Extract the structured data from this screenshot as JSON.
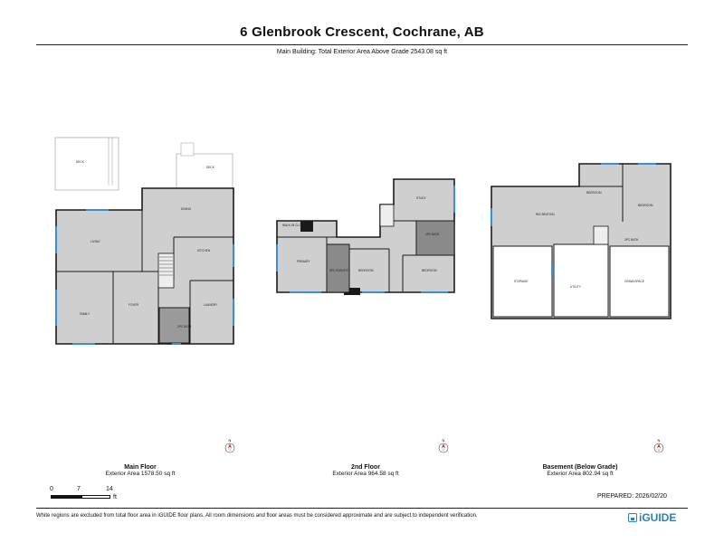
{
  "header": {
    "title": "6 Glenbrook Crescent, Cochrane, AB",
    "subtitle": "Main Building: Total Exterior Area Above Grade 2543.08 sq ft"
  },
  "floors": [
    {
      "name": "Main Floor",
      "area": "Exterior Area 1578.50 sq ft",
      "rooms": [
        "DECK",
        "DECK",
        "LIVING",
        "DINING",
        "KITCHEN",
        "FAMILY",
        "FOYER",
        "LAUNDRY",
        "2PC BATH"
      ],
      "compass": "N"
    },
    {
      "name": "2nd Floor",
      "area": "Exterior Area 964.58 sq ft",
      "rooms": [
        "PRIMARY",
        "5PC ENSUITE",
        "WALK-IN CLOSET",
        "BEDROOM",
        "BEDROOM",
        "4PC BATH",
        "STUDY"
      ],
      "compass": "N"
    },
    {
      "name": "Basement (Below Grade)",
      "area": "Exterior Area 802.94 sq ft",
      "rooms": [
        "RECREATION",
        "BEDROOM",
        "BEDROOM",
        "UTILITY",
        "STORAGE",
        "CRAWLSPACE",
        "3PC BATH"
      ],
      "compass": "N"
    }
  ],
  "scale": {
    "ticks": [
      "0",
      "7",
      "14"
    ],
    "unit": "ft"
  },
  "prepared": "PREPARED: 2026/02/20",
  "footer": {
    "disclaimer": "White regions are excluded from total floor area in iGUIDE floor plans. All room dimensions and floor areas must be considered approximate and are subject to independent verification.",
    "brand": "iGUIDE"
  },
  "colors": {
    "room_fill": "#cfcfcf",
    "dark_fill": "#8a8a8a",
    "wall": "#1a1a1a",
    "window": "#3f8fd0",
    "compass_needle": "#d23a2a",
    "brand": "#2f7fb5"
  },
  "icons": [
    "compass-icon",
    "iguide-logo-icon"
  ]
}
